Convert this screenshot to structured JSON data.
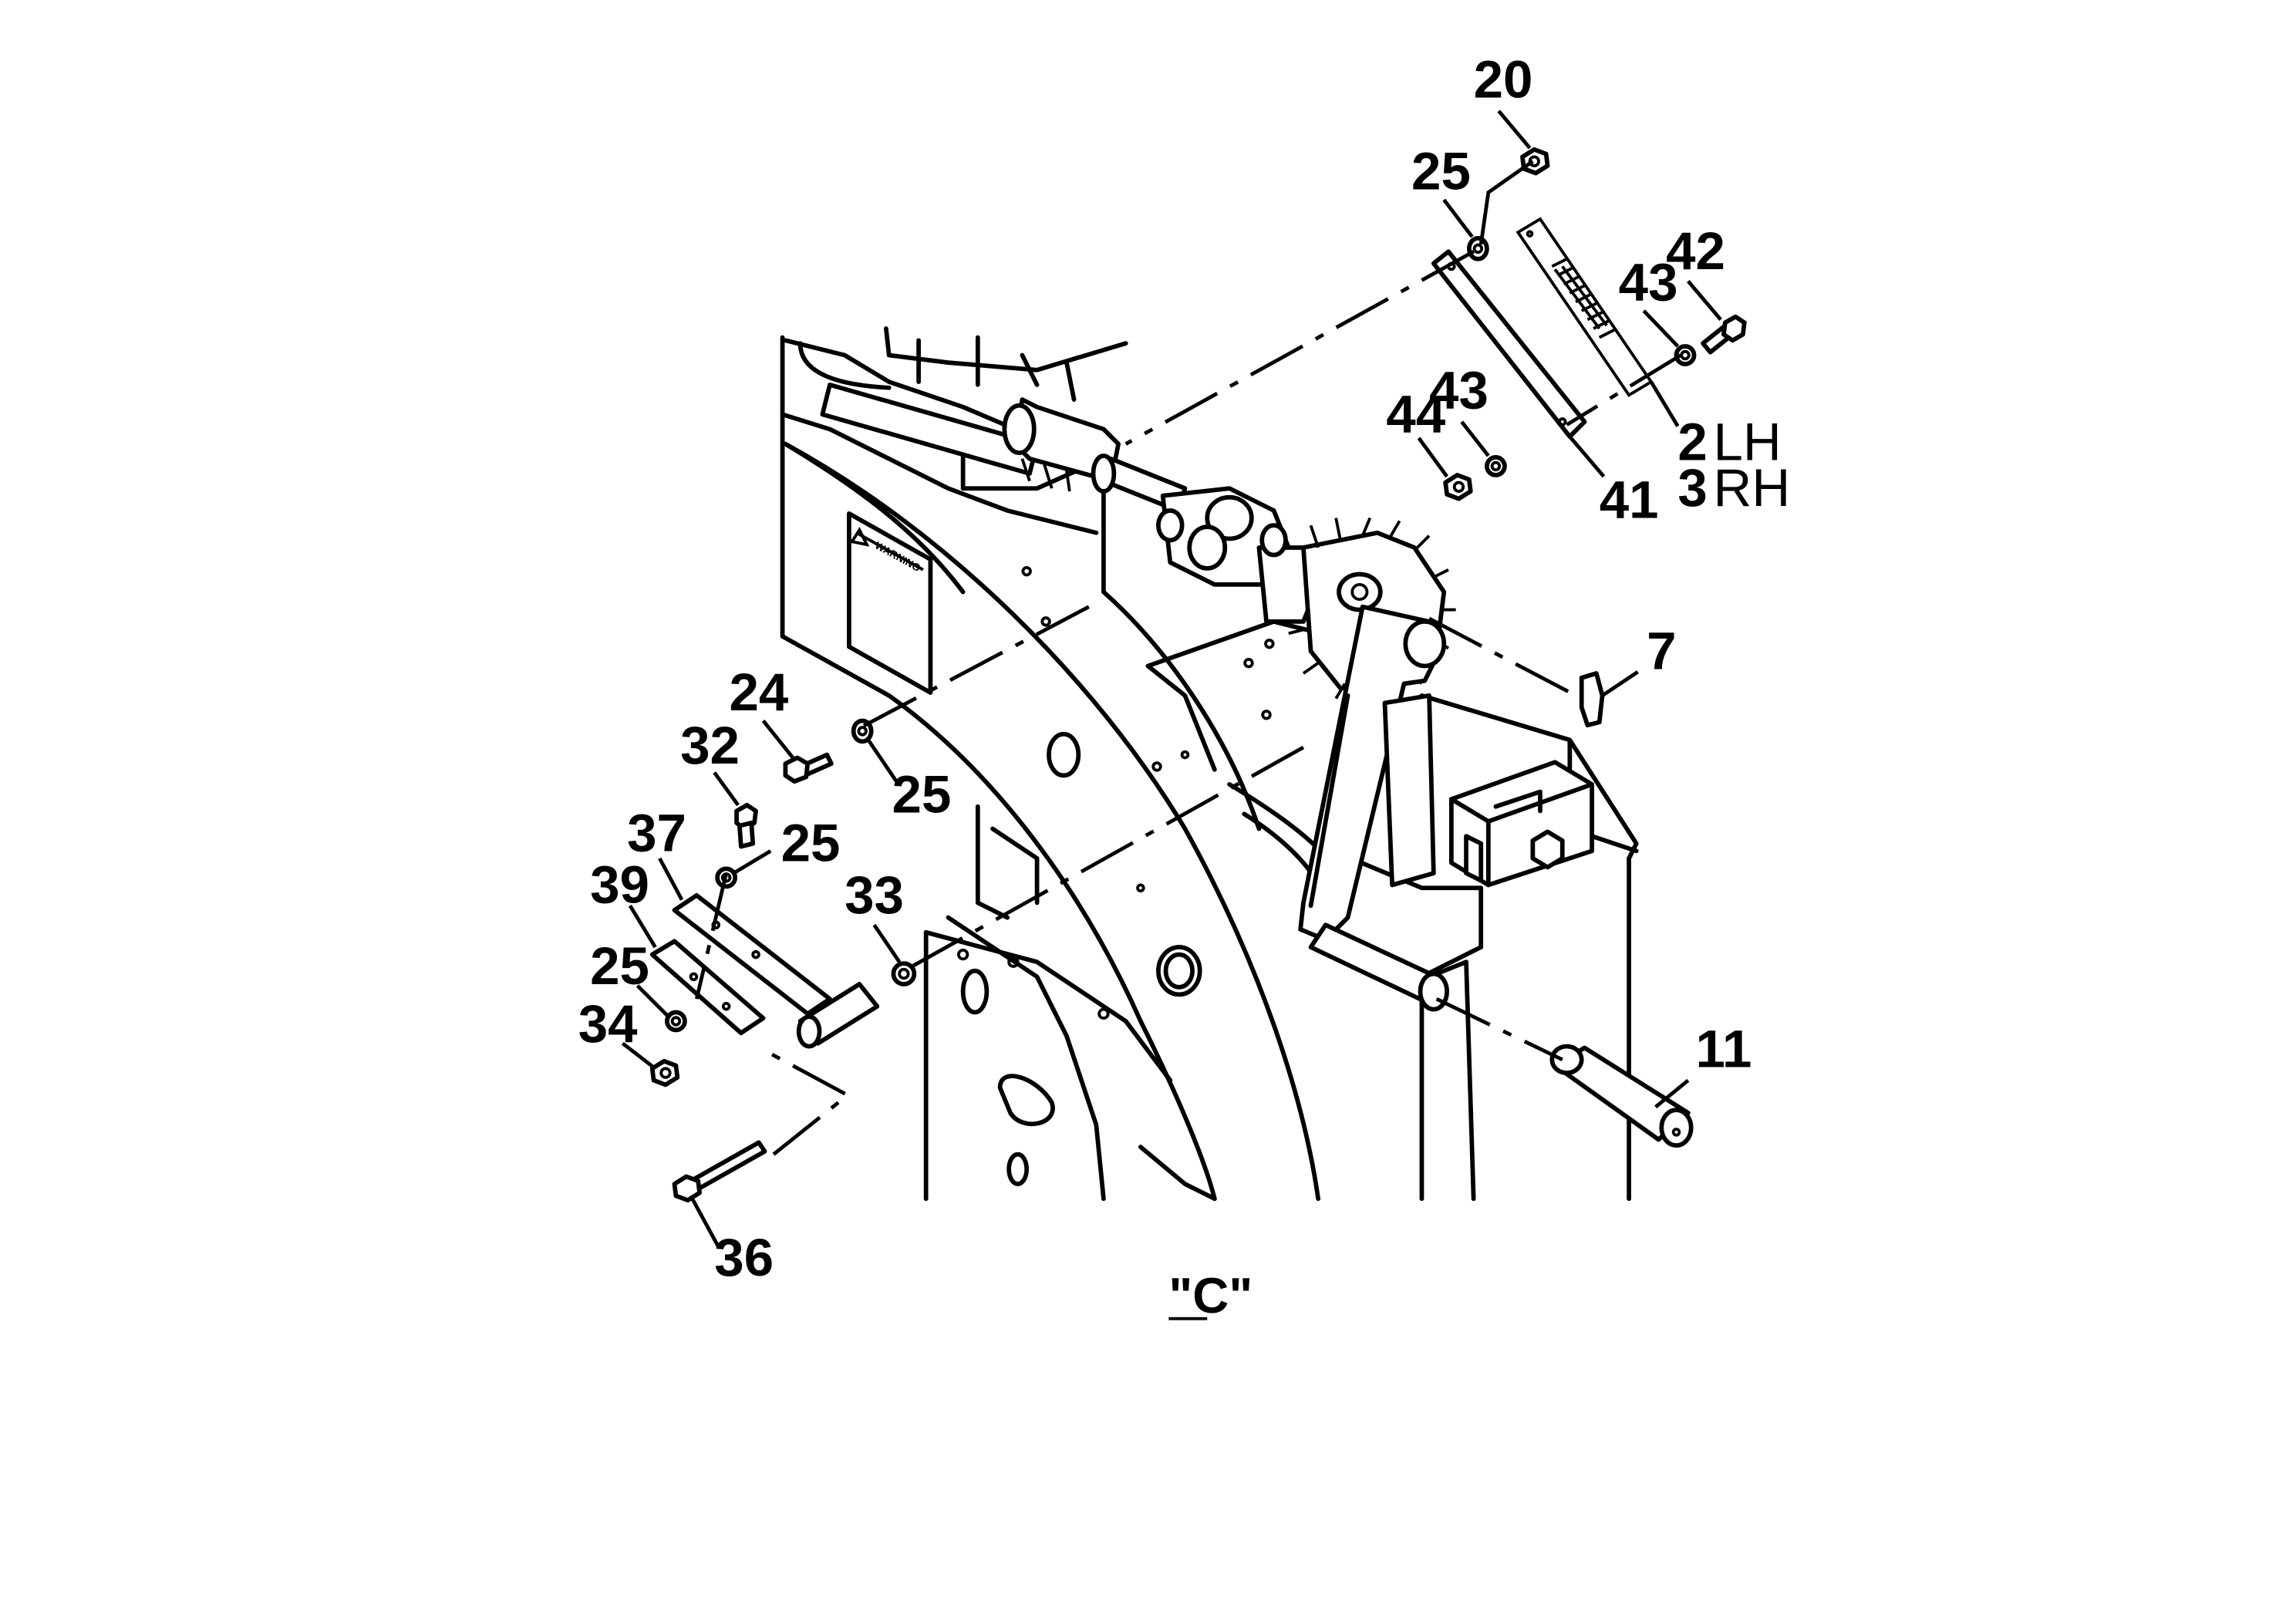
{
  "callouts": {
    "c20": "20",
    "c25a": "25",
    "c42": "42",
    "c43a": "43",
    "c43b": "43",
    "c44": "44",
    "c2": "2",
    "c3": "3",
    "c41": "41",
    "c7": "7",
    "c24": "24",
    "c25b": "25",
    "c32": "32",
    "c25c": "25",
    "c37": "37",
    "c39": "39",
    "c33": "33",
    "c25d": "25",
    "c34": "34",
    "c11": "11",
    "c36": "36"
  },
  "side_labels": {
    "lh": "LH",
    "rh": "RH"
  },
  "view_label": "\"C\"",
  "warning_label": "WARNING",
  "icons": [
    "warning-triangle-icon"
  ]
}
